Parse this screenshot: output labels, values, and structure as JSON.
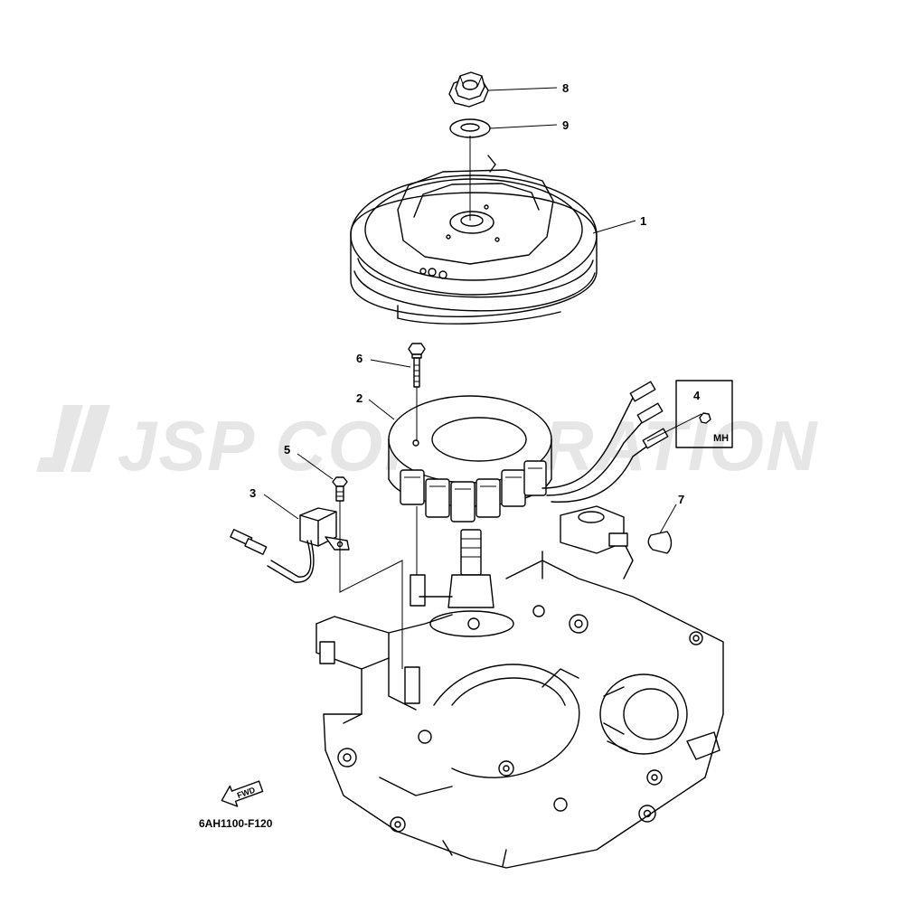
{
  "watermark": {
    "text": "JSP CORPORATION"
  },
  "callouts": [
    {
      "id": "8",
      "label": "8"
    },
    {
      "id": "9",
      "label": "9"
    },
    {
      "id": "1",
      "label": "1"
    },
    {
      "id": "6",
      "label": "6"
    },
    {
      "id": "2",
      "label": "2"
    },
    {
      "id": "4",
      "label": "4"
    },
    {
      "id": "5",
      "label": "5"
    },
    {
      "id": "3",
      "label": "3"
    },
    {
      "id": "7",
      "label": "7"
    }
  ],
  "inset": {
    "code": "MH"
  },
  "direction_arrow": {
    "label": "FWD"
  },
  "diagram_code": "6AH1100-F120"
}
